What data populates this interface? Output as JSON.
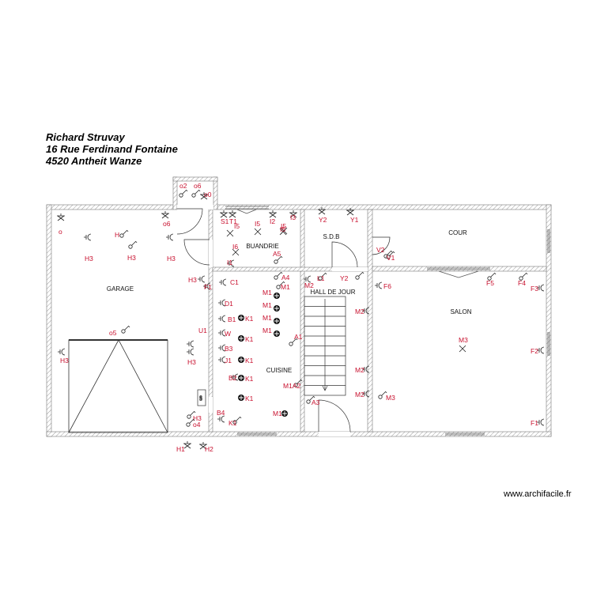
{
  "header": {
    "name": "Richard  Struvay",
    "street": "16 Rue Ferdinand Fontaine",
    "city": "4520 Antheit Wanze"
  },
  "credit": "www.archifacile.fr",
  "rooms": {
    "garage": "GARAGE",
    "buanderie": "BUANDRIE",
    "sdb": "S.D.B",
    "cour": "COUR",
    "hall": "HALL DE JOUR",
    "cuisine": "CUISINE",
    "salon": "SALON"
  },
  "symbols": [
    {
      "label": "o",
      "kind": "lamp"
    },
    {
      "label": "o6",
      "kind": "lamp"
    },
    {
      "label": "H3",
      "kind": "socket"
    },
    {
      "label": "H",
      "kind": "switch"
    },
    {
      "label": "H3",
      "kind": "switch"
    },
    {
      "label": "H3",
      "kind": "socket"
    },
    {
      "label": "o2",
      "kind": "switch"
    },
    {
      "label": "o6",
      "kind": "switch"
    },
    {
      "label": "o0",
      "kind": "lamp"
    },
    {
      "label": "S1",
      "kind": "lamp"
    },
    {
      "label": "T1",
      "kind": "lamp"
    },
    {
      "label": "I5",
      "kind": "cross"
    },
    {
      "label": "I5",
      "kind": "cross"
    },
    {
      "label": "I2",
      "kind": "lamp"
    },
    {
      "label": "I3",
      "kind": "lamp"
    },
    {
      "label": "I5",
      "kind": "cross"
    },
    {
      "label": "I6",
      "kind": "cross"
    },
    {
      "label": "I5",
      "kind": "cross"
    },
    {
      "label": "I1",
      "kind": "socket"
    },
    {
      "label": "A5",
      "kind": "switch"
    },
    {
      "label": "Y2",
      "kind": "lamp"
    },
    {
      "label": "Y1",
      "kind": "lamp"
    },
    {
      "label": "H3",
      "kind": "socket"
    },
    {
      "label": "F1",
      "kind": "socket"
    },
    {
      "label": "C1",
      "kind": "socket"
    },
    {
      "label": "A4",
      "kind": "switch"
    },
    {
      "label": "M1",
      "kind": "switch"
    },
    {
      "label": "M2",
      "kind": "socket"
    },
    {
      "label": "L1",
      "kind": "switch"
    },
    {
      "label": "Y2",
      "kind": "switch"
    },
    {
      "label": "V2",
      "kind": "switch"
    },
    {
      "label": "V1",
      "kind": "switch"
    },
    {
      "label": "F6",
      "kind": "socket"
    },
    {
      "label": "F5",
      "kind": "switch"
    },
    {
      "label": "F4",
      "kind": "switch"
    },
    {
      "label": "F3",
      "kind": "socket"
    },
    {
      "label": "D1",
      "kind": "socket"
    },
    {
      "label": "B1",
      "kind": "socket"
    },
    {
      "label": "K1",
      "kind": "disc"
    },
    {
      "label": "M1",
      "kind": "disc"
    },
    {
      "label": "M1",
      "kind": "disc"
    },
    {
      "label": "M1",
      "kind": "disc"
    },
    {
      "label": "M1",
      "kind": "disc"
    },
    {
      "label": "M2",
      "kind": "socket"
    },
    {
      "label": "W",
      "kind": "socket"
    },
    {
      "label": "K1",
      "kind": "disc"
    },
    {
      "label": "A1",
      "kind": "switch"
    },
    {
      "label": "U1",
      "kind": "socket"
    },
    {
      "label": "o5",
      "kind": "switch"
    },
    {
      "label": "H3",
      "kind": "socket"
    },
    {
      "label": "H3",
      "kind": "socket"
    },
    {
      "label": "B3",
      "kind": "socket"
    },
    {
      "label": "J1",
      "kind": "socket"
    },
    {
      "label": "K1",
      "kind": "disc"
    },
    {
      "label": "M3",
      "kind": "cross"
    },
    {
      "label": "F2",
      "kind": "socket"
    },
    {
      "label": "M2",
      "kind": "socket"
    },
    {
      "label": "B2",
      "kind": "socket"
    },
    {
      "label": "K1",
      "kind": "disc"
    },
    {
      "label": "M1A2",
      "kind": "switch"
    },
    {
      "label": "K1",
      "kind": "disc"
    },
    {
      "label": "M2",
      "kind": "socket"
    },
    {
      "label": "M3",
      "kind": "switch"
    },
    {
      "label": "A3",
      "kind": "switch"
    },
    {
      "label": "M1",
      "kind": "disc"
    },
    {
      "label": "B4",
      "kind": "socket"
    },
    {
      "label": "K1",
      "kind": "switch"
    },
    {
      "label": "H3",
      "kind": "switch"
    },
    {
      "label": "o4",
      "kind": "switch"
    },
    {
      "label": "F1",
      "kind": "socket"
    },
    {
      "label": "H1",
      "kind": "lamp"
    },
    {
      "label": "H2",
      "kind": "lamp"
    }
  ]
}
